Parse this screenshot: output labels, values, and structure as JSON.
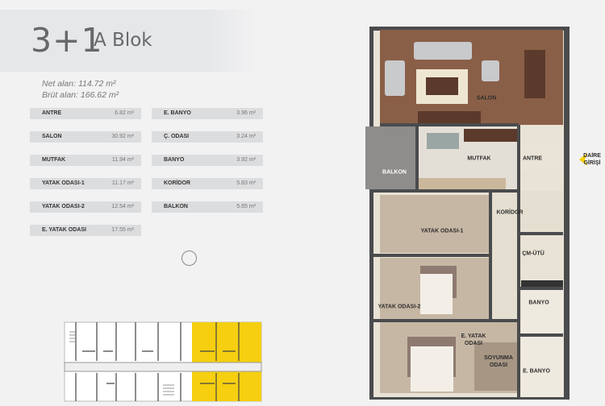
{
  "title": {
    "type": "3+1",
    "block": "A Blok"
  },
  "areas": {
    "net": "Net alan:  114.72 m²",
    "gross": "Brüt alan: 166.62 m²"
  },
  "rooms_left": [
    {
      "name": "ANTRE",
      "area": "6.82 m²"
    },
    {
      "name": "SALON",
      "area": "30.92 m²"
    },
    {
      "name": "MUTFAK",
      "area": "11.94 m²"
    },
    {
      "name": "YATAK ODASI-1",
      "area": "11.17 m²"
    },
    {
      "name": "YATAK ODASI-2",
      "area": "12.54 m²"
    },
    {
      "name": "E. YATAK ODASI",
      "area": "17.55 m²"
    }
  ],
  "rooms_right": [
    {
      "name": "E. BANYO",
      "area": "3.96 m²"
    },
    {
      "name": "Ç. ODASI",
      "area": "3.24 m²"
    },
    {
      "name": "BANYO",
      "area": "3.92 m²"
    },
    {
      "name": "KORİDOR",
      "area": "5.83 m²"
    },
    {
      "name": "BALKON",
      "area": "5.65 m²"
    }
  ],
  "plan_labels": {
    "salon": "SALON",
    "mutfak": "MUTFAK",
    "antre": "ANTRE",
    "balkon": "BALKON",
    "entrance": "DAİRE GİRİŞİ",
    "koridor": "KORİDOR",
    "yatak1": "YATAK ODASI-1",
    "cm_utu": "ÇM-ÜTÜ",
    "yatak2": "YATAK ODASI-2",
    "banyo": "BANYO",
    "e_yatak": "E. YATAK ODASI",
    "soyunma": "SOYUNMA ODASI",
    "e_banyo": "E. BANYO"
  },
  "colors": {
    "highlight": "#f5cf10",
    "entrance_arrow": "#f5d000",
    "wood": "#8a5f48",
    "tile": "#e9e3d6",
    "wall": "#4a4b4d"
  }
}
